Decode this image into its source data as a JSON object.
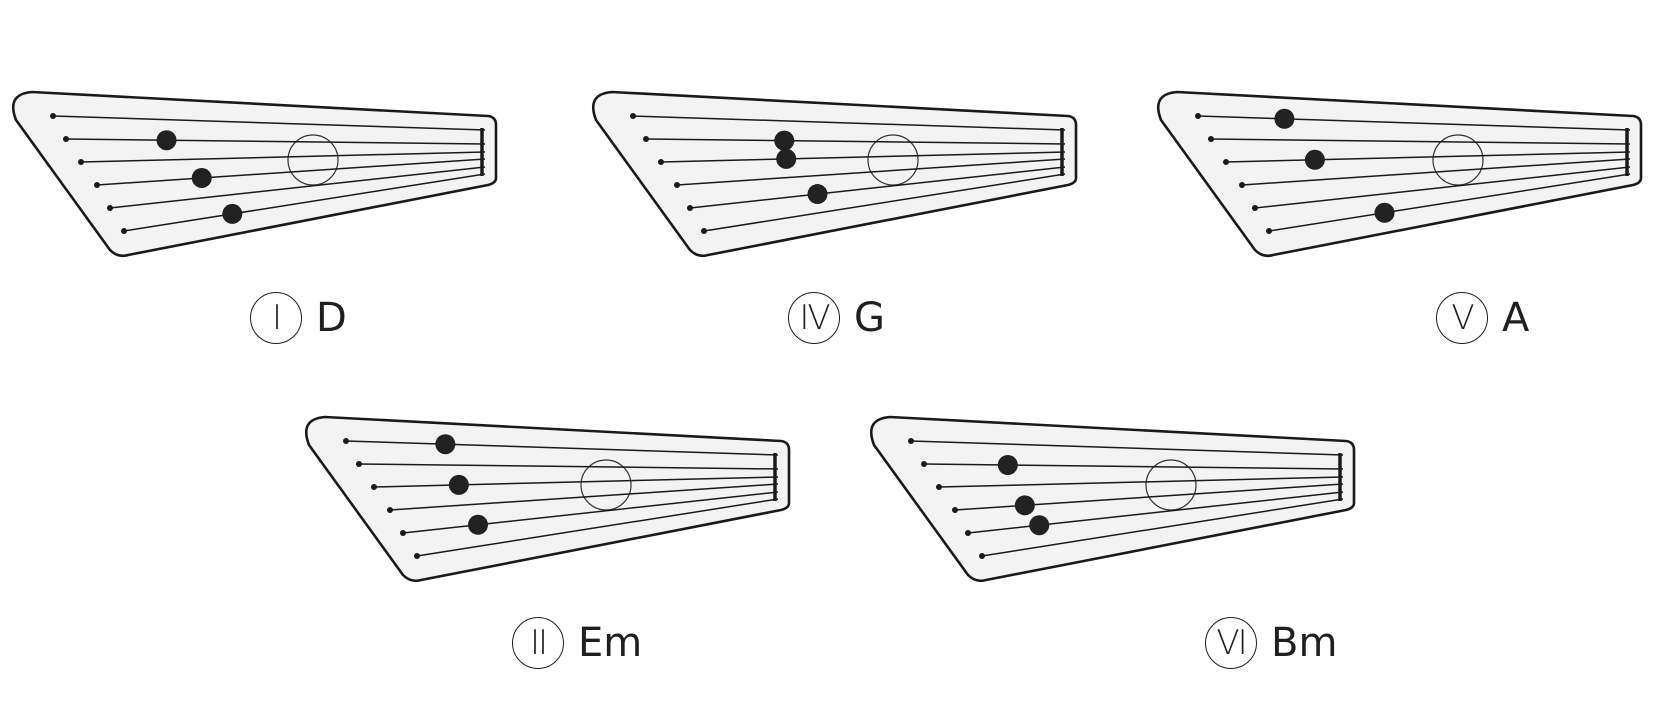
{
  "chords": [
    {
      "numeral": "I",
      "name": "D",
      "dots": [
        [
          1,
          0.24
        ],
        [
          3,
          0.27
        ],
        [
          5,
          0.3
        ]
      ]
    },
    {
      "numeral": "IV",
      "name": "G",
      "dots": [
        [
          1,
          0.33
        ],
        [
          2,
          0.31
        ],
        [
          4,
          0.34
        ]
      ]
    },
    {
      "numeral": "V",
      "name": "A",
      "dots": [
        [
          0,
          0.2
        ],
        [
          2,
          0.22
        ],
        [
          5,
          0.32
        ]
      ]
    },
    {
      "numeral": "II",
      "name": "Em",
      "dots": [
        [
          0,
          0.23
        ],
        [
          2,
          0.21
        ],
        [
          4,
          0.2
        ]
      ]
    },
    {
      "numeral": "VI",
      "name": "Bm",
      "dots": [
        [
          1,
          0.2
        ],
        [
          3,
          0.18
        ],
        [
          4,
          0.19
        ]
      ]
    }
  ],
  "colors": {
    "body_fill": "#f3f3f3",
    "outline": "#1a1a1a",
    "dot": "#222222"
  }
}
